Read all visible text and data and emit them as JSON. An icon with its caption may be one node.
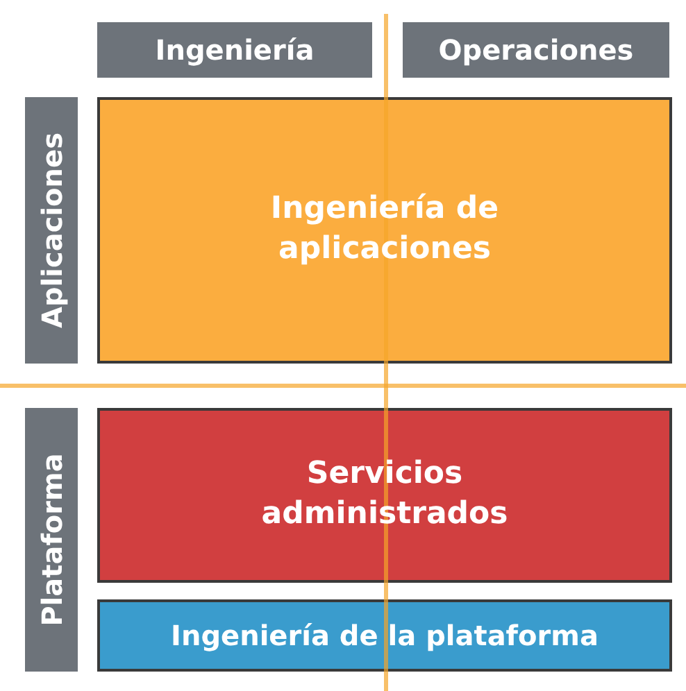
{
  "diagram": {
    "nodes": [
      {
        "text": [
          "Ingeniería"
        ]
      },
      {
        "text": [
          "Operaciones"
        ]
      },
      {
        "text": [
          "Aplicaciones"
        ]
      },
      {
        "text": [
          "Ingeniería de aplicaciones"
        ]
      },
      {
        "text": [
          "Plataforma"
        ]
      },
      {
        "text": [
          "Servicios administrados"
        ]
      },
      {
        "text": [
          "Ingeniería de la plataforma"
        ]
      }
    ]
  }
}
